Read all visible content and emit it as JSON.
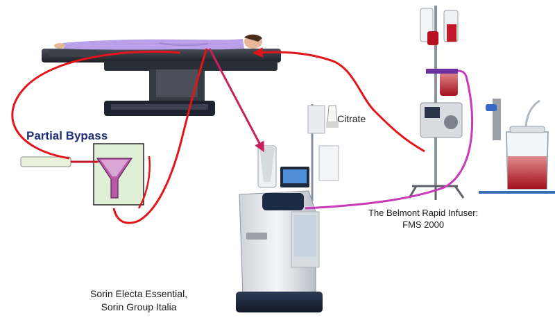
{
  "labels": {
    "partial_bypass": "Partial Bypass",
    "citrate": "Citrate",
    "belmont_line1": "The Belmont Rapid Infuser:",
    "belmont_line2": "FMS 2000",
    "sorin_line1": "Sorin Electa Essential,",
    "sorin_line2": "Sorin Group Italia"
  },
  "colors": {
    "return_line": "#e3141a",
    "cell_saver_line": "#c8205a",
    "infuser_line": "#c838b8",
    "heading_blue": "#1f2f78"
  }
}
